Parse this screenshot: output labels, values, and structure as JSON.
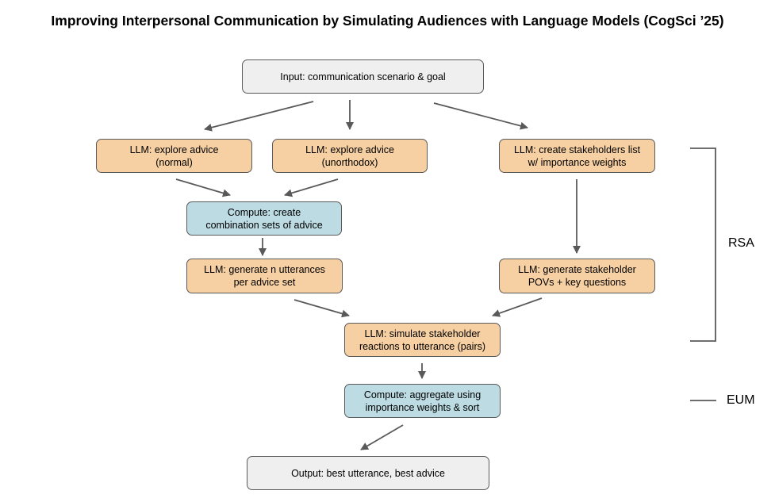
{
  "title": "Improving Interpersonal Communication by Simulating Audiences with Language Models (CogSci ’25)",
  "nodes": {
    "input": "Input: communication scenario & goal",
    "explore_normal": "LLM: explore advice\n(normal)",
    "explore_unorthodox": "LLM: explore advice\n(unorthodox)",
    "stakeholders_list": "LLM: create stakeholders list\nw/ importance weights",
    "combination_sets": "Compute: create\ncombination sets of advice",
    "generate_utterances": "LLM: generate n utterances\nper advice set",
    "stakeholder_povs": "LLM: generate stakeholder\nPOVs + key questions",
    "simulate_reactions": "LLM: simulate stakeholder\nreactions to utterance (pairs)",
    "aggregate": "Compute: aggregate using\nimportance weights & sort",
    "output": "Output: best utterance, best advice"
  },
  "side_labels": {
    "rsa": "RSA",
    "eum": "EUM"
  },
  "colors": {
    "gray_box": "#efefef",
    "llm_box": "#f6d0a3",
    "compute_box": "#bcdbe2",
    "arrow": "#595959"
  }
}
